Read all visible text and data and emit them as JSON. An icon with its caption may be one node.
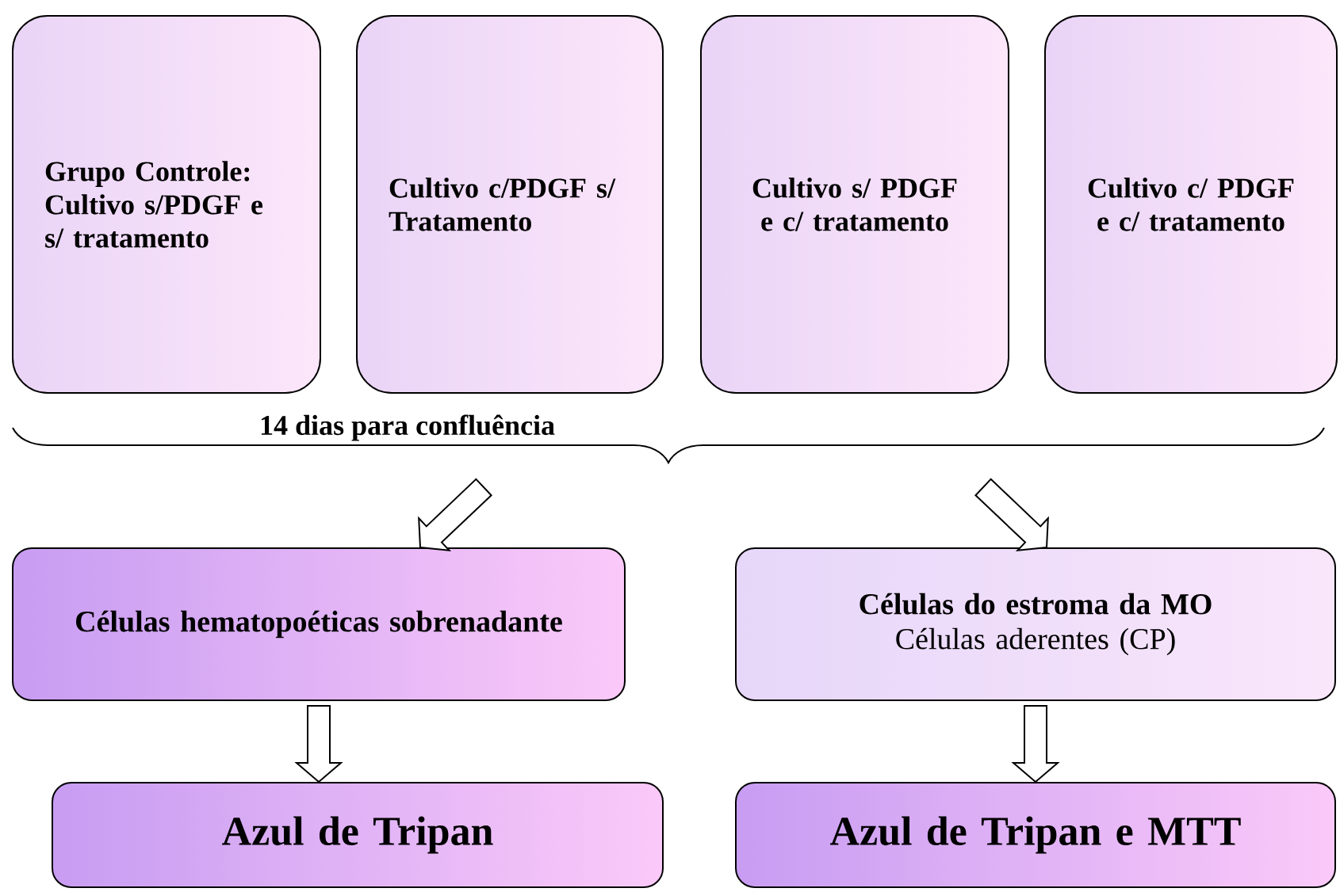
{
  "diagram": {
    "nodes": [
      {
        "text": [
          "Grupo Controle: Cultivo s/PDGF e s/ tratamento"
        ]
      },
      {
        "text": [
          "Cultivo c/PDGF s/ Tratamento"
        ]
      },
      {
        "text": [
          "Cultivo s/ PDGF e c/ tratamento"
        ]
      },
      {
        "text": [
          "Cultivo c/ PDGF e c/ tratamento"
        ]
      },
      {
        "text": [
          "Células hematopoéticas sobrenadante"
        ]
      },
      {
        "text": [
          "Células do estroma da MO",
          "Células aderentes (CP)"
        ]
      },
      {
        "text": [
          "Azul de Tripan"
        ]
      },
      {
        "text": [
          "Azul de Tripan e MTT"
        ]
      }
    ],
    "edges": [
      {
        "from": null,
        "to": 4,
        "arrow": "to"
      },
      {
        "from": null,
        "to": 5,
        "arrow": "to"
      },
      {
        "from": 4,
        "to": 6,
        "arrow": "to"
      },
      {
        "from": 5,
        "to": 7,
        "arrow": "to"
      }
    ],
    "labels": [
      "14 dias para confluência"
    ]
  }
}
